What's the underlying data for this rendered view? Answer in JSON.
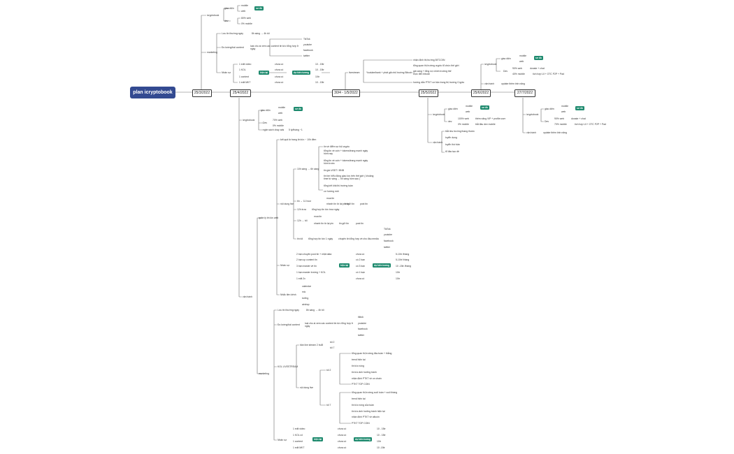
{
  "root": "plan icryptobook",
  "dates": [
    "25/3/2022",
    "25/4/2022",
    "30/4 - 1/5/2022",
    "25/5/2022",
    "25/6/2022",
    "27/7/2022"
  ],
  "tags": {
    "hien_tai": "hiện tại",
    "du_kien": "dự kiến tương",
    "so_do": "sơ đồ"
  },
  "b1": {
    "icryptobook": "icryptobook",
    "giao_dien": "giao diện",
    "mobile": "mobile",
    "web": "web",
    "dev": "dev",
    "dev_web": "80% web",
    "dev_mobile": "0% mobile",
    "marketing": "marketing",
    "luu_tin": "Lưu tin thường ngày",
    "luu_tin_val": "8h sáng → 4h tối",
    "dinh_tinh": "Đo lường/bài content",
    "dinh_tinh_val": "loại cho ai xem các content tin tức tổng hợp ở ngày",
    "platforms": [
      "TikTok",
      "youtube",
      "facebook",
      "twitter"
    ],
    "nhan_su": "Nhân sự",
    "staff": [
      "1 edit video",
      "1 KOL",
      "1 content",
      "1 edit MKT"
    ],
    "hien": [
      "chưa có",
      "chưa có",
      "chưa có",
      "chưa có"
    ],
    "du": [
      "10 - 15tr",
      "10 - 15tr",
      "10tr",
      "10 - 15tr"
    ]
  },
  "b2": {
    "icryptobook": "icryptobook",
    "giao_dien": "giao diện",
    "mobile": "mobile",
    "web": "web",
    "dev": "Dev",
    "dev_web": "70% web",
    "dev_mobile": "0% mobile",
    "ngan_sach": "ngân sách chạy ads",
    "ngan_sach_val": "5 tỷ/tháng ~1",
    "van_hanh": "vận hành",
    "quan_ly": "quản lý tin lức web",
    "ket_qua": "kết quả từ trang tin tức ~ 10h đêm",
    "noi_dung": "nội dung live",
    "g1": "10h sáng → 6h sáng",
    "g1_items": [
      "tin về điểm sự hội crypto",
      "tổng tin về coin + tokens/trang mạnh ngày hôm nay",
      "tổng tin về coin + tokens/trang mạnh ngày hôm trước",
      "tin giá USDT / BNB",
      "tin tìm hiểu động giao lưu trên thế giới ( khoảng time từ sáng → tin sáng hôm sau )",
      "tổng kết khả thị trường tuần",
      "cơ hướng mới"
    ],
    "g2": "tin → 11 hour",
    "g2_a": "mua tin",
    "g2_b": "nhanh tin từ lại pin tin",
    "g2_c": "tin gửi tin",
    "g2_d": "post tin",
    "g3": "12h trưa",
    "g3_val": "tổng hợp tin tức trưa ngày",
    "g4": "12h → tối",
    "g4_a": "mua tin",
    "g4_b": "nhanh tin từ lại pin",
    "g4_c": "tin gửi tin",
    "g4_d": "post tin",
    "g5": "tin tối",
    "g5_val": "tổng hợp tin tức 1 ngày",
    "g5_val2": "chuyên tin tổng hợp về cho đầu media",
    "platforms": [
      "TikTok",
      "youtube",
      "facebook",
      "twitter"
    ],
    "nhan_su": "Nhân sự",
    "staff": [
      "2 bạn chuyên post tin + nhặt data",
      "2 bạn up content tin",
      "3 bạn master về tin",
      "1 bạn master trường + KOL",
      "1 edit 2x"
    ],
    "hien": [
      "chưa có",
      "có 2 bạn",
      "có 3 bạn",
      "có 1 bạn",
      "chưa có"
    ],
    "du": [
      "5-10tr /tháng",
      "5-10tr/ tháng",
      "10 -15tr /tháng",
      "10tr",
      "10tr"
    ],
    "nhac_tien": "Nhắc tiền kênh",
    "nhac_items": [
      "calendar",
      "mic",
      "tưởng",
      "airdrop"
    ],
    "marketing": "marketing",
    "luu_tin": "Lưu tin thường ngày",
    "luu_tin_val": "8h sáng → 4h tối",
    "dinh_tinh": "Đo lường/bài content",
    "dinh_tinh_val": "loại cho ai xem các content tin tức tổng hợp ở ngày",
    "platforms2": [
      "tiktok",
      "youtube",
      "facebook",
      "twitter"
    ],
    "kol": "KOL LIVESTREAM",
    "ban": "bản live stream 2 buổi",
    "ban_items": [
      "tối 2",
      "tối 7"
    ],
    "t2": "tối 2",
    "t2_items": [
      "tổng quan thị trường đầu tuần + thắng",
      "trend hiện tại",
      "tin tức nóng",
      "tin tức ảnh hưởng tránh",
      "nhận định PTKT về on chain",
      "PTKT TOP COIN"
    ],
    "t7": "tối 7",
    "t7_items": [
      "tổng quan thị trường cuối tuần + cuối tháng",
      "trend hiện tại",
      "tin tức nóng của tuần",
      "tin tức ảnh hưởng tránh hiện tại",
      "nhận định PTKT về altcoin",
      "PTKT TOP COIN"
    ],
    "nhan_su2": "Nhân sự",
    "staff2": [
      "1 edit video",
      "1 KOL cố",
      "1 content",
      "1 edit MKT"
    ],
    "hien2": [
      "chưa có",
      "chưa có",
      "chưa có",
      "chưa có"
    ],
    "du2": [
      "10 - 15tr",
      "10 - 15tr",
      "10tr",
      "10 -15tr"
    ]
  },
  "b3": {
    "livestream": "livestream",
    "livestream_val": "Youtube/bank + phát giả nhỏ trường Bitcoin",
    "items": [
      "nhận định thị trường BITCOIN",
      "tổng quan thị trường crypto tổ chức thế giới",
      "giá vàng + tổng nợ chính trường thế thực đến bitcoin",
      "hướng dẫn PTKT cơ bản trong thị trường Crypto"
    ]
  },
  "b4": {
    "icryptobook": "icryptobook",
    "giao_dien": "giao diện",
    "mobile": "mobile",
    "web": "web",
    "dev": "dev",
    "dev_web": "100% web",
    "dev_web_val": "thêm năng VIP + profile user",
    "dev_mobile": "0% mobile",
    "dev_mobile_val": "bắt đầu dev mobile",
    "van_hanh": "vận hành",
    "items": [
      "bắt nhu trường thang thước",
      "tuyển dụng",
      "tuyển thờ bản",
      "tổ đào tạo dẻ"
    ]
  },
  "b5": {
    "icryptobook": "icryptobook",
    "giao_dien": "giao diện",
    "mobile": "mobile",
    "web": "web",
    "dev": "Dev",
    "dev_web": "90% web",
    "dev_web_val": "donate + chat",
    "dev_mobile": "40% mobile",
    "dev_mobile_val": "tích hợp UI + OTC P2P + Pad",
    "van_hanh": "vận hành",
    "van_hanh_val": "update thêm tính năng"
  },
  "b6": {
    "icryptobook": "icryptobook",
    "giao_dien": "giao diện",
    "mobile": "mobile",
    "web": "web",
    "dev": "Dev",
    "dev_web": "90% web",
    "dev_web_val": "donate + chat",
    "dev_mobile": "70% mobile",
    "dev_mobile_val": "tích hợp UI + OTC P2P + Pad",
    "van_hanh": "vận hành",
    "van_hanh_val": "update thêm tính năng"
  },
  "colors": {
    "root": "#334a91",
    "tag": "#1e8a6e",
    "line": "#555555"
  }
}
